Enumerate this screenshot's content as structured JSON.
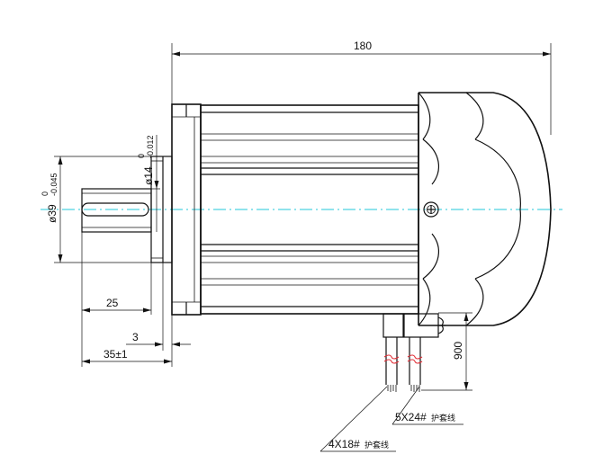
{
  "drawing": {
    "dimensions": {
      "overall_length": "180",
      "shaft_length": "25",
      "shoulder": "3",
      "flange_to_shaft_end": "35±1",
      "lead_length": "900",
      "shaft_diameter_main": "ø14",
      "shaft_diameter_tol_upper": "0",
      "shaft_diameter_tol_lower": "-0.012",
      "pilot_diameter_main": "ø39",
      "pilot_diameter_tol_upper": "0",
      "pilot_diameter_tol_lower": "-0.045"
    },
    "cables": {
      "cable_a": "5X24#",
      "cable_a_note": "护套线",
      "cable_b": "4X18#",
      "cable_b_note": "护套线"
    },
    "colors": {
      "centerline": "#22c7d8",
      "cable_marks": "#e0323a",
      "lines": "#111111"
    }
  }
}
